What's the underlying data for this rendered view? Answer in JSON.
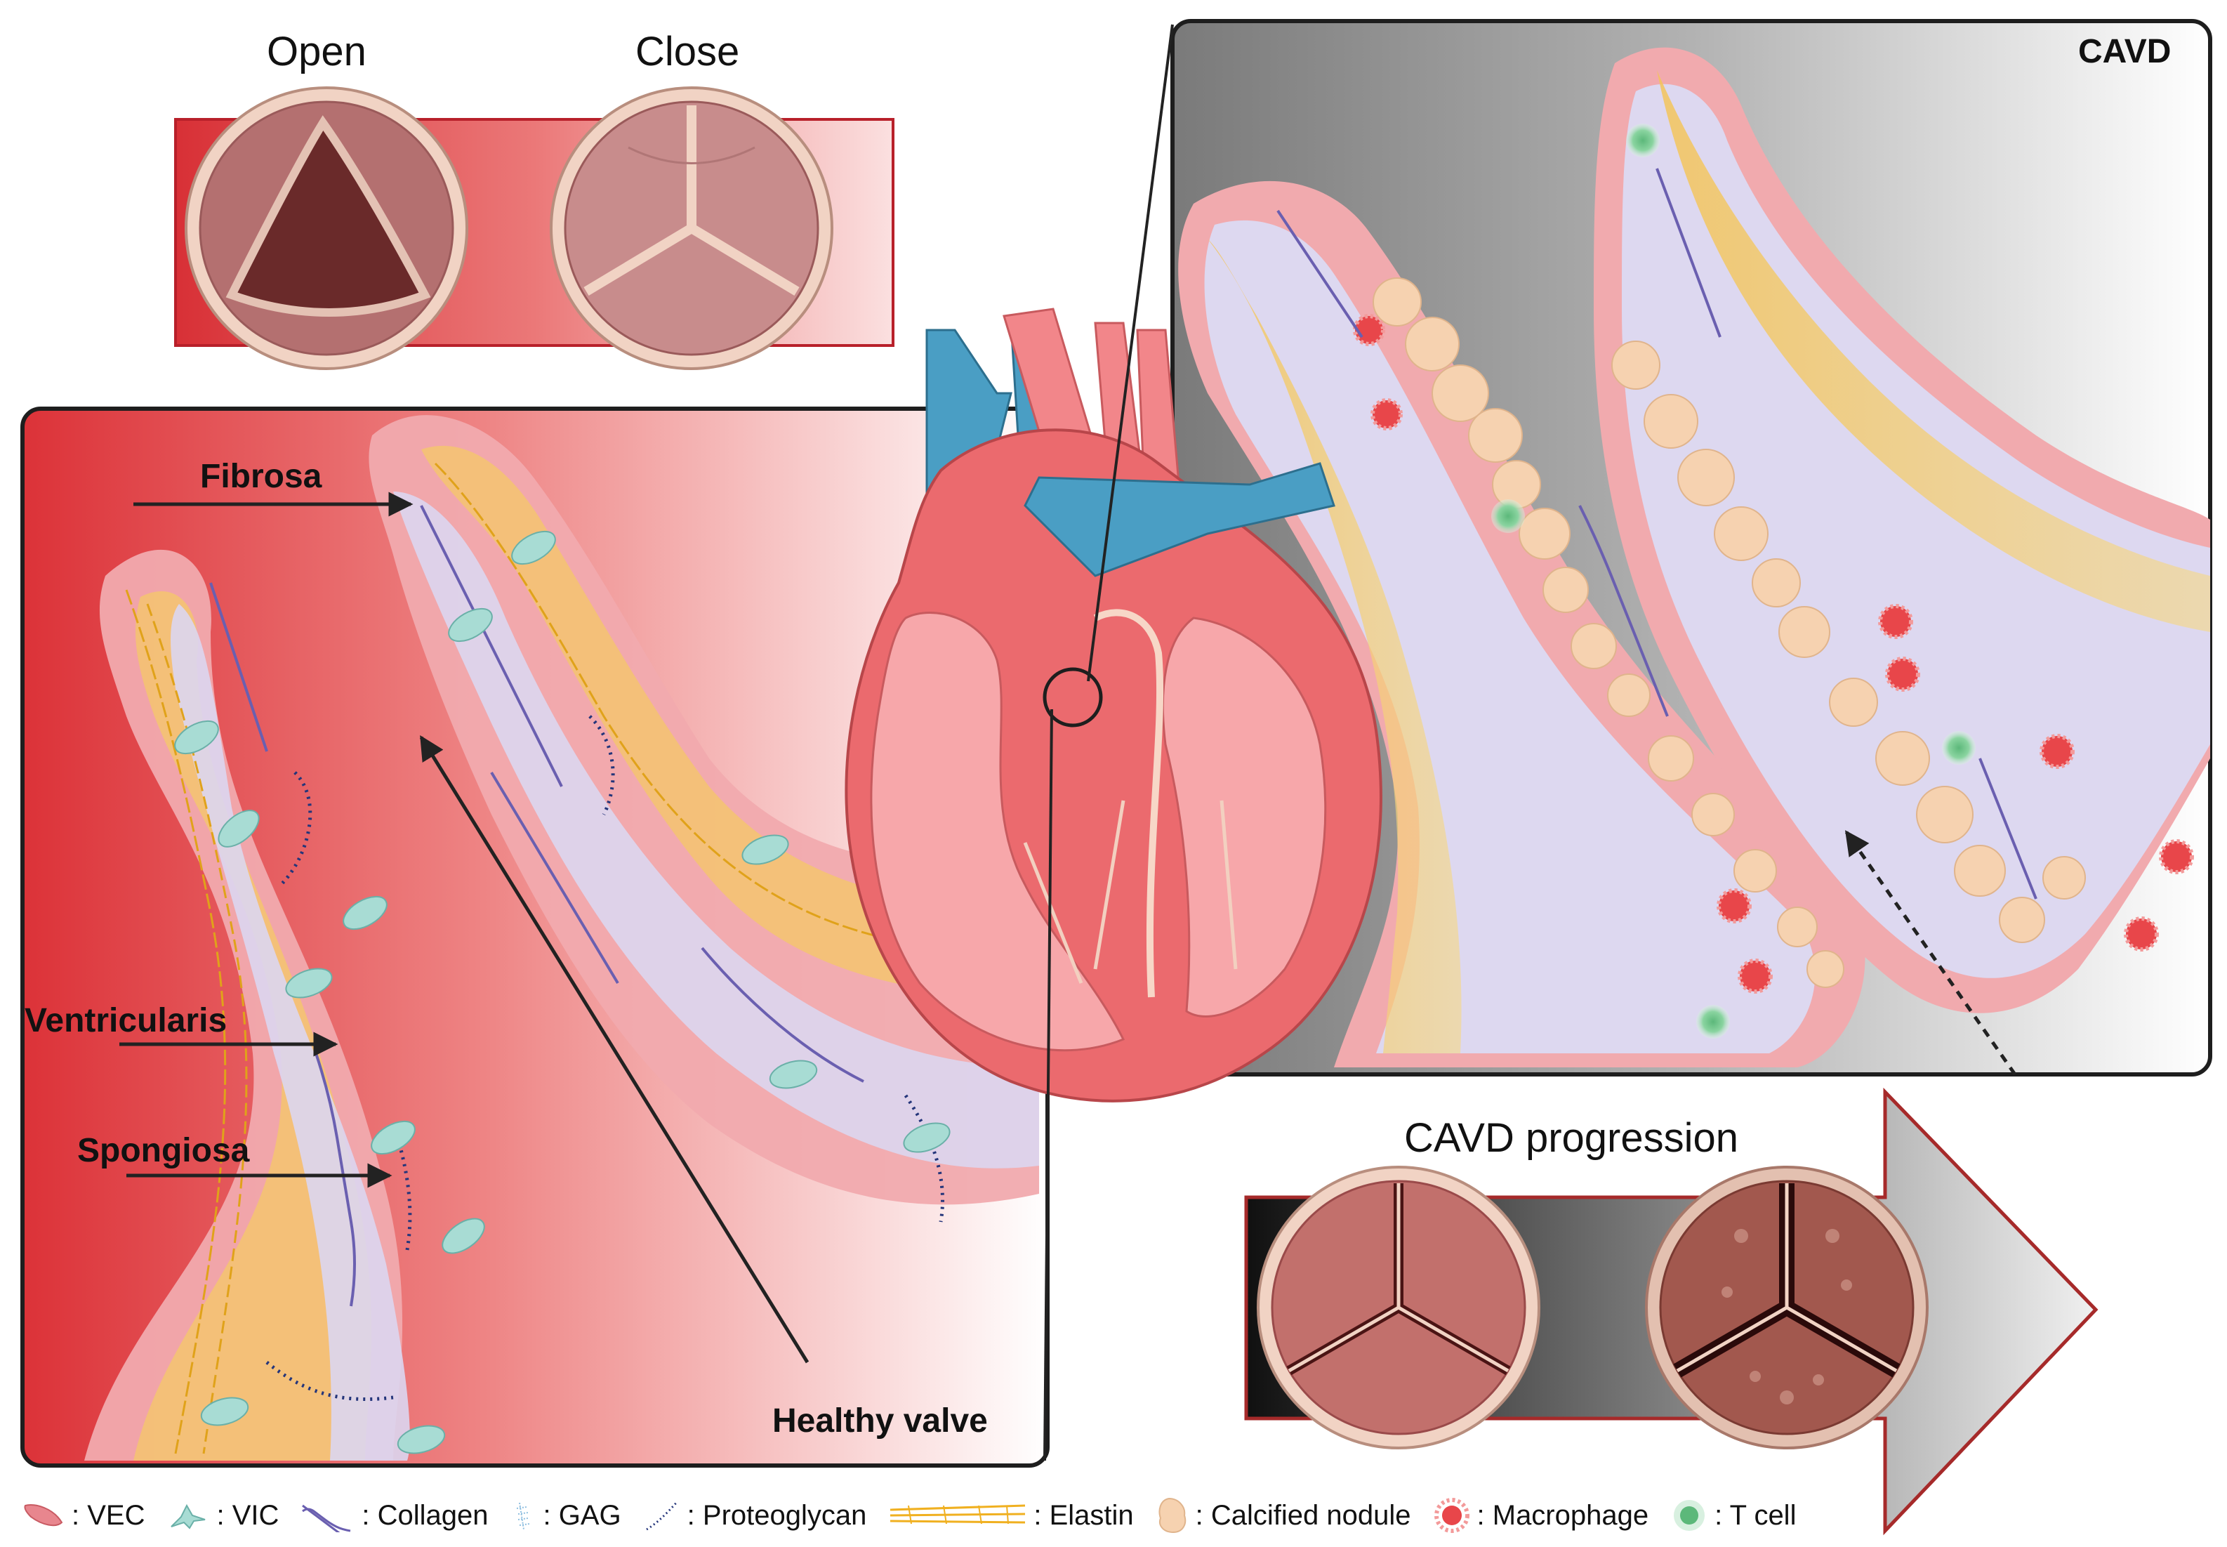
{
  "valve_states": {
    "open_label": "Open",
    "close_label": "Close"
  },
  "healthy_panel": {
    "title": "Healthy valve",
    "layer_labels": {
      "fibrosa": "Fibrosa",
      "ventricularis": "Ventricularis",
      "spongiosa": "Spongiosa"
    }
  },
  "cavd_panel": {
    "title": "CAVD"
  },
  "progression": {
    "label": "CAVD progression"
  },
  "legend": [
    {
      "key": "vec",
      "icon": "vec-cell-icon",
      "label": ": VEC",
      "color": "#e8868e"
    },
    {
      "key": "vic",
      "icon": "vic-cell-icon",
      "label": ": VIC",
      "color": "#a8dcd4"
    },
    {
      "key": "collagen",
      "icon": "collagen-icon",
      "label": ": Collagen",
      "color": "#6a5fb0"
    },
    {
      "key": "gag",
      "icon": "gag-icon",
      "label": ": GAG",
      "color": "#8fbfe0"
    },
    {
      "key": "proteoglycan",
      "icon": "proteoglycan-icon",
      "label": ": Proteoglycan",
      "color": "#24357a"
    },
    {
      "key": "elastin",
      "icon": "elastin-icon",
      "label": ": Elastin",
      "color": "#f0b020"
    },
    {
      "key": "calcified_nodule",
      "icon": "calcified-nodule-icon",
      "label": ": Calcified nodule",
      "color": "#f6d2b0"
    },
    {
      "key": "macrophage",
      "icon": "macrophage-icon",
      "label": ": Macrophage",
      "color": "#e8464a"
    },
    {
      "key": "t_cell",
      "icon": "t-cell-icon",
      "label": ": T cell",
      "color": "#5cb87a"
    }
  ]
}
